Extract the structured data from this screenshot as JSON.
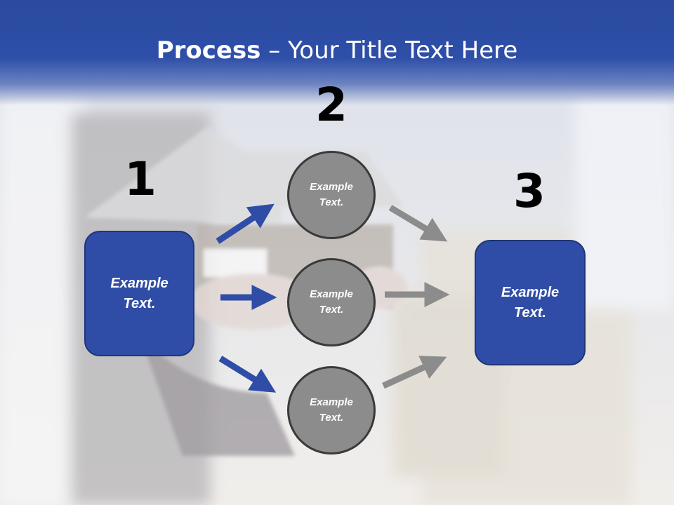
{
  "title": {
    "strong": "Process",
    "rest": " – Your Title Text Here"
  },
  "steps": [
    {
      "number": "1",
      "label": "Example Text."
    },
    {
      "number": "2",
      "circles": [
        "Example Text.",
        "Example Text.",
        "Example Text."
      ]
    },
    {
      "number": "3",
      "label": "Example Text."
    }
  ],
  "colors": {
    "blue": "#2f4da6",
    "blue_arrow": "#2f4da6",
    "gray_circle": "#8c8c8c",
    "gray_arrow": "#8c8c8c"
  }
}
